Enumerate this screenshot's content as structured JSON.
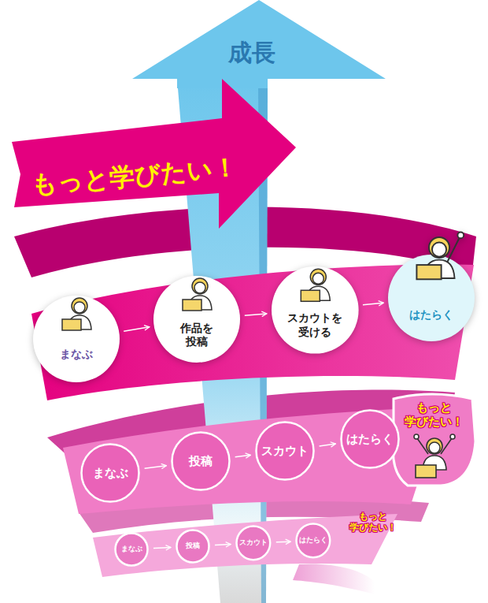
{
  "diagram": {
    "nodes": [
      {
        "text": [
          "成長"
        ]
      },
      {
        "text": [
          "もっと学びたい！"
        ]
      },
      {
        "text": [
          "まなぶ"
        ]
      },
      {
        "text": [
          "作品を 投稿"
        ]
      },
      {
        "text": [
          "スカウトを 受ける"
        ]
      },
      {
        "text": [
          "はたらく"
        ]
      },
      {
        "text": [
          "まなぶ"
        ]
      },
      {
        "text": [
          "投稿"
        ]
      },
      {
        "text": [
          "スカウト"
        ]
      },
      {
        "text": [
          "はたらく"
        ]
      },
      {
        "text": [
          "まなぶ"
        ]
      },
      {
        "text": [
          "投稿"
        ]
      },
      {
        "text": [
          "スカウト"
        ]
      },
      {
        "text": [
          "はたらく"
        ]
      }
    ],
    "edges": [
      {
        "from": 2,
        "to": 3,
        "arrow": "to"
      },
      {
        "from": 3,
        "to": 4,
        "arrow": "to"
      },
      {
        "from": 4,
        "to": 5,
        "arrow": "to"
      },
      {
        "from": 6,
        "to": 7,
        "arrow": "to"
      },
      {
        "from": 7,
        "to": 8,
        "arrow": "to"
      },
      {
        "from": 8,
        "to": 9,
        "arrow": "to"
      },
      {
        "from": 10,
        "to": 11,
        "arrow": "to"
      },
      {
        "from": 11,
        "to": 12,
        "arrow": "to"
      },
      {
        "from": 12,
        "to": 13,
        "arrow": "to"
      }
    ],
    "labels": [
      "もっと 学びたい！",
      "もっと 学びたい！"
    ]
  }
}
